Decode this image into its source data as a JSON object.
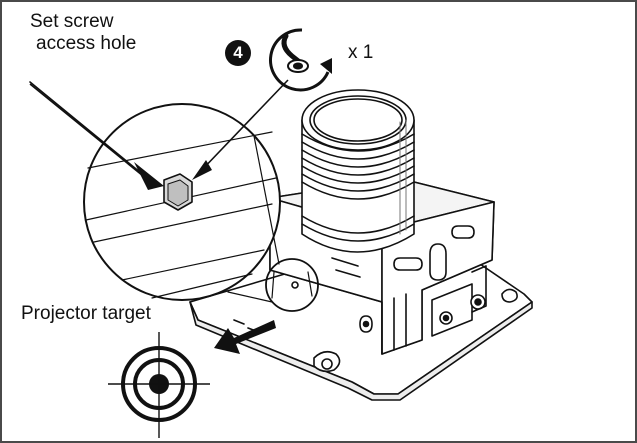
{
  "labels": {
    "set_screw_line1": "Set screw",
    "set_screw_line2": "access hole",
    "step_number": "4",
    "quantity": "x 1",
    "projector_target": "Projector target"
  },
  "colors": {
    "ink": "#111111",
    "frame": "#4a4a4a",
    "background": "#ffffff",
    "shading": "#d9d9d9"
  },
  "icons": {
    "rotate": "clockwise-rotation-icon",
    "tool": "hex-key-icon",
    "target": "crosshair-target-icon",
    "arrow": "direction-arrow-icon"
  }
}
